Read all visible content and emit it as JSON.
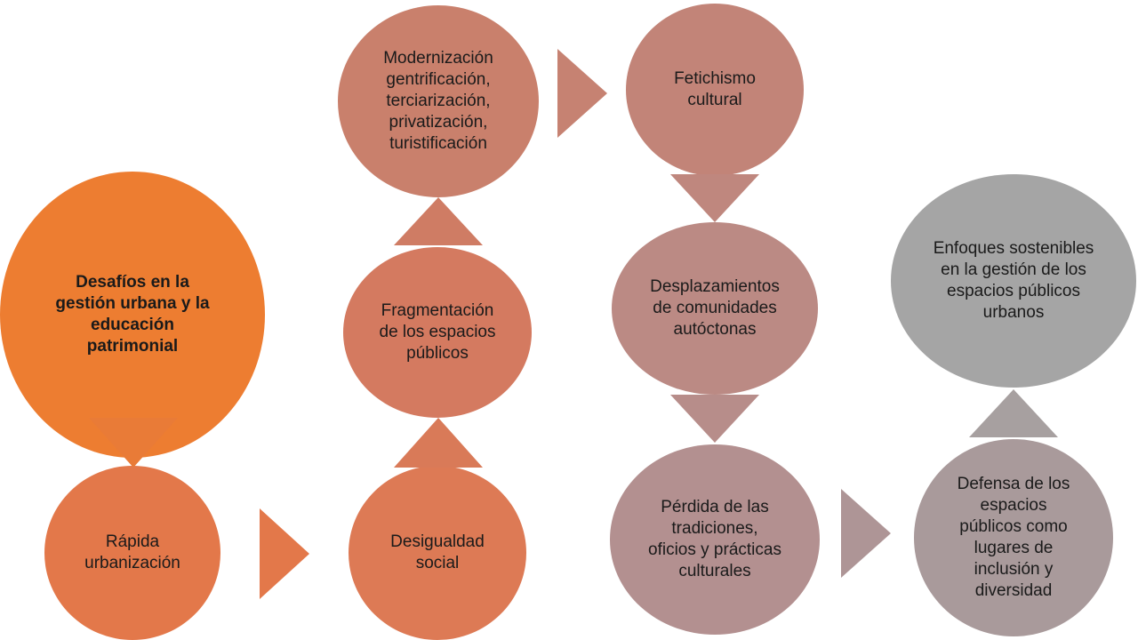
{
  "nodes": {
    "challenges": {
      "label": "Desafíos en la\ngestión urbana y la\neducación\npatrimonial",
      "color": "#ED7D31"
    },
    "urbanization": {
      "label": "Rápida\nurbanización",
      "color": "#E3784A"
    },
    "inequality": {
      "label": "Desigualdad\nsocial",
      "color": "#DD7A55"
    },
    "fragmentation": {
      "label": "Fragmentación\nde los espacios\npúblicos",
      "color": "#D47A60"
    },
    "modernization": {
      "label": "Modernización\ngentrificación,\nterciarización,\nprivatización,\nturistificación",
      "color": "#C9806C"
    },
    "fetishism": {
      "label": "Fetichismo\ncultural",
      "color": "#C28478"
    },
    "displacement": {
      "label": "Desplazamientos\nde comunidades\nautóctonas",
      "color": "#BB8A84"
    },
    "tradition_loss": {
      "label": "Pérdida de las\ntradiciones,\noficios y prácticas\nculturales",
      "color": "#B39090"
    },
    "defense": {
      "label": "Defensa de los\nespacios\npúblicos como\nlugares de\ninclusión y\ndiversidad",
      "color": "#A99A9B"
    },
    "sustainable": {
      "label": "Enfoques sostenibles\nen la gestión de los\nespacios públicos\nurbanos",
      "color": "#A5A5A5"
    }
  },
  "arrows": {
    "challenges_to_urbanization": "#E97B37",
    "urbanization_to_inequality": "#E3784A",
    "inequality_to_fragmentation": "#D97A58",
    "fragmentation_to_modernization": "#CF7C64",
    "modernization_to_fetishism": "#C68272",
    "fetishism_to_displacement": "#BF877E",
    "displacement_to_tradition_loss": "#B78D8A",
    "tradition_loss_to_defense": "#AE9596",
    "defense_to_sustainable": "#A7A0A0"
  }
}
